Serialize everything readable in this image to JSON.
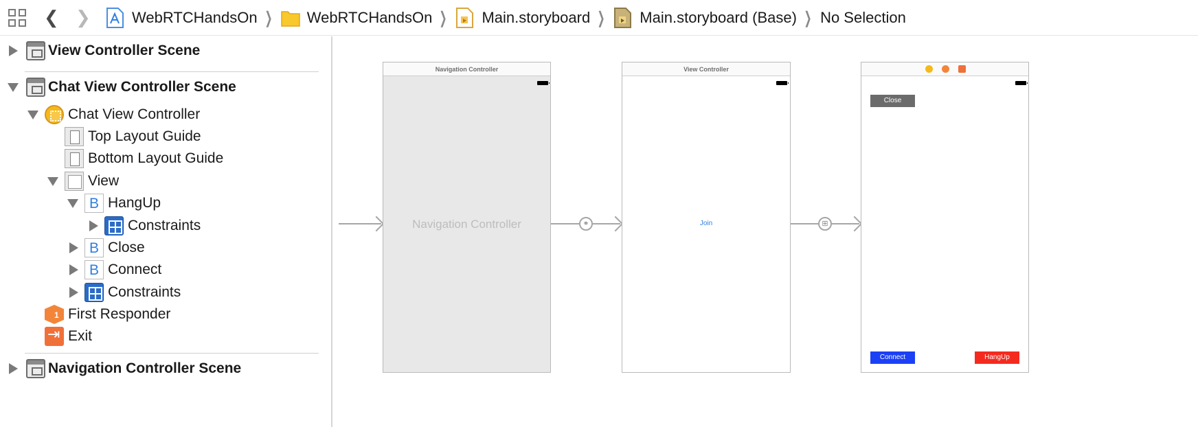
{
  "jumpbar": {
    "grid_icon": "related-items-grid-icon",
    "back_icon": "chevron-left-icon",
    "forward_icon": "chevron-right-icon",
    "crumbs": [
      {
        "label": "WebRTCHandsOn",
        "icon": "app-project-icon"
      },
      {
        "label": "WebRTCHandsOn",
        "icon": "folder-icon"
      },
      {
        "label": "Main.storyboard",
        "icon": "storyboard-file-icon"
      },
      {
        "label": "Main.storyboard (Base)",
        "icon": "storyboard-base-icon"
      },
      {
        "label": "No Selection",
        "icon": ""
      }
    ]
  },
  "outline": {
    "scene1": "View Controller Scene",
    "scene2": "Chat View Controller Scene",
    "chat_vc": "Chat View Controller",
    "top_guide": "Top Layout Guide",
    "bottom_guide": "Bottom Layout Guide",
    "view": "View",
    "button_glyph": "B",
    "hangup": "HangUp",
    "constraints": "Constraints",
    "close": "Close",
    "connect": "Connect",
    "first_responder": "First Responder",
    "exit": "Exit",
    "scene3": "Navigation Controller Scene"
  },
  "canvas": {
    "nav_title": "Navigation Controller",
    "nav_body": "Navigation Controller",
    "vc_title": "View Controller",
    "join": "Join",
    "close_btn": "Close",
    "connect_btn": "Connect",
    "hangup_btn": "HangUp",
    "colors": {
      "connect": "#1b40f5",
      "hangup": "#f52a1e",
      "close": "#6b6b6b",
      "join_text": "#2f7fe0"
    }
  }
}
